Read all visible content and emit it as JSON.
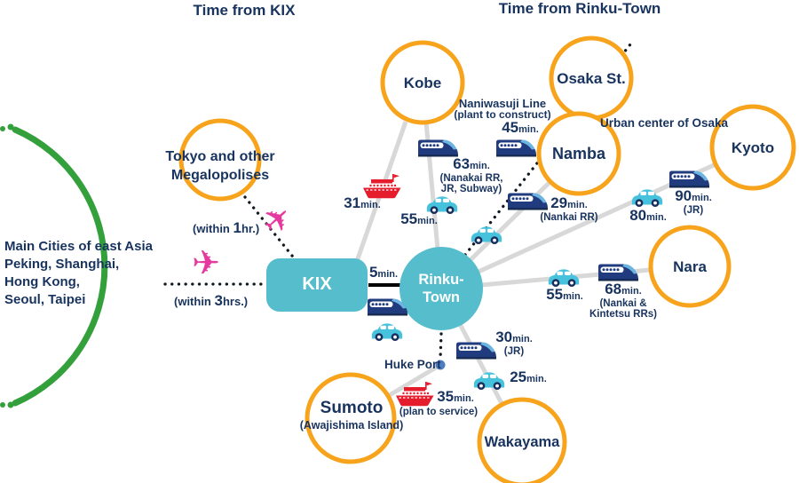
{
  "colors": {
    "navy": "#18335e",
    "orange": "#f7a31b",
    "teal": "#56bdcc",
    "carteal": "#47c2dd",
    "green": "#33a03c",
    "grayline": "#d8d8d8",
    "trainnavy": "#203c7e",
    "wheel": "#1b2f5e",
    "shipred": "#e51c2b",
    "pink": "#e5399e",
    "portblue": "#4d7ec2",
    "dot": "#101820"
  },
  "titles": {
    "kix": "Time from KIX",
    "rinku": "Time from Rinku-Town"
  },
  "asia": {
    "lines": [
      "Main Cities of east Asia",
      "Peking, Shanghai,",
      "Hong Kong,",
      "Seoul, Taipei"
    ]
  },
  "nodes": {
    "tokyo": {
      "line1": "Tokyo and other",
      "line2": "Megalopolises"
    },
    "kix": {
      "label": "KIX"
    },
    "rinku": {
      "line1": "Rinku-",
      "line2": "Town"
    },
    "kobe": {
      "label": "Kobe"
    },
    "osaka_st": {
      "label": "Osaka St."
    },
    "namba": {
      "label": "Namba"
    },
    "kyoto": {
      "label": "Kyoto"
    },
    "nara": {
      "label": "Nara"
    },
    "sumoto": {
      "label": "Sumoto",
      "sub": "(Awajishima Island)"
    },
    "wakayama": {
      "label": "Wakayama"
    },
    "huke_port": {
      "label": "Huke Port"
    }
  },
  "labels": {
    "urban": "Urban center of Osaka",
    "naniwasuji_1": "Naniwasuji Line",
    "naniwasuji_2": "(plant to construct)"
  },
  "times": {
    "within1": {
      "pre": "(within ",
      "num": "1",
      "post": "hr.)"
    },
    "within3": {
      "pre": "(within ",
      "num": "3",
      "post": "hrs.)"
    },
    "kix_rinku": {
      "num": "5",
      "unit": "min."
    },
    "ship_kobe": {
      "num": "31",
      "unit": "min."
    },
    "car_kobe": {
      "num": "55",
      "unit": "min."
    },
    "train_kobe": {
      "num": "63",
      "unit": "min.",
      "note1": "(Nanakai RR,",
      "note2": "JR, Subway)"
    },
    "train_naniwasuji": {
      "num": "45",
      "unit": "min."
    },
    "train_namba": {
      "num": "29",
      "unit": "min.",
      "note1": "(Nankai RR)"
    },
    "car_kyoto": {
      "num": "80",
      "unit": "min."
    },
    "train_kyoto": {
      "num": "90",
      "unit": "min.",
      "note1": "(JR)"
    },
    "car_nara": {
      "num": "55",
      "unit": "min."
    },
    "train_nara": {
      "num": "68",
      "unit": "min.",
      "note1": "(Nankai &",
      "note2": "Kintetsu RRs)"
    },
    "train_wakayama": {
      "num": "30",
      "unit": "min.",
      "note1": "(JR)"
    },
    "car_wakayama": {
      "num": "25",
      "unit": "min."
    },
    "ship_sumoto": {
      "num": "35",
      "unit": "min.",
      "note1": "(plan to service)"
    }
  },
  "icons": {
    "plane": "✈",
    "train-icon": "navy bullet train glyph",
    "car-icon": "teal car glyph",
    "ship-icon": "red ferry glyph",
    "port-dot": "blue harbor dot"
  }
}
